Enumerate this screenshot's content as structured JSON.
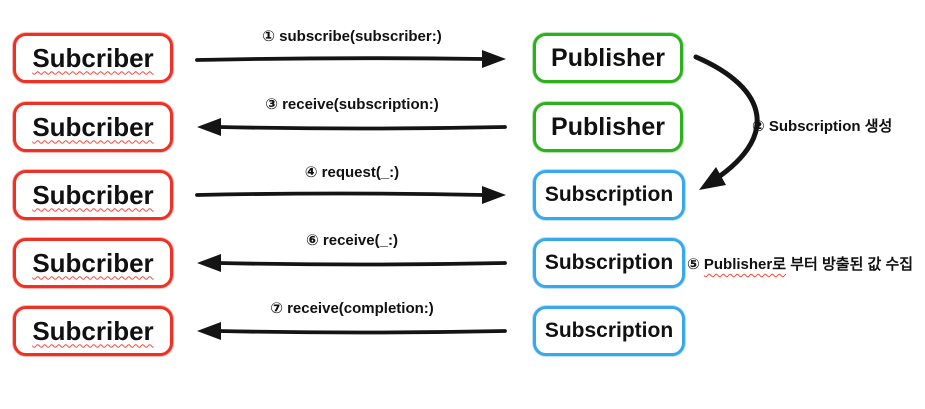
{
  "colors": {
    "subscriber_border": "#ee3124",
    "publisher_border": "#2cb01e",
    "subscription_border": "#38a8ec",
    "arrow": "#141414",
    "spellcheck_underline": "#ff4438"
  },
  "boxes": {
    "left": [
      {
        "label": "Subcriber"
      },
      {
        "label": "Subcriber"
      },
      {
        "label": "Subcriber"
      },
      {
        "label": "Subcriber"
      },
      {
        "label": "Subcriber"
      }
    ],
    "right": [
      {
        "label": "Publisher",
        "type": "publisher"
      },
      {
        "label": "Publisher",
        "type": "publisher"
      },
      {
        "label": "Subscription",
        "type": "subscription"
      },
      {
        "label": "Subscription",
        "type": "subscription"
      },
      {
        "label": "Subscription",
        "type": "subscription"
      }
    ]
  },
  "arrows": [
    {
      "label": "① subscribe(subscriber:)",
      "direction": "right"
    },
    {
      "label": "③ receive(subscription:)",
      "direction": "left"
    },
    {
      "label": "④ request(_:)",
      "direction": "right"
    },
    {
      "label": "⑥ receive(_:)",
      "direction": "left"
    },
    {
      "label": "⑦ receive(completion:)",
      "direction": "left"
    }
  ],
  "annotations": [
    {
      "label": "② Subscription 생성"
    },
    {
      "prefix": "⑤ ",
      "underlined": "Publisher로",
      "rest": " 부터 방출된 값 수집"
    }
  ]
}
